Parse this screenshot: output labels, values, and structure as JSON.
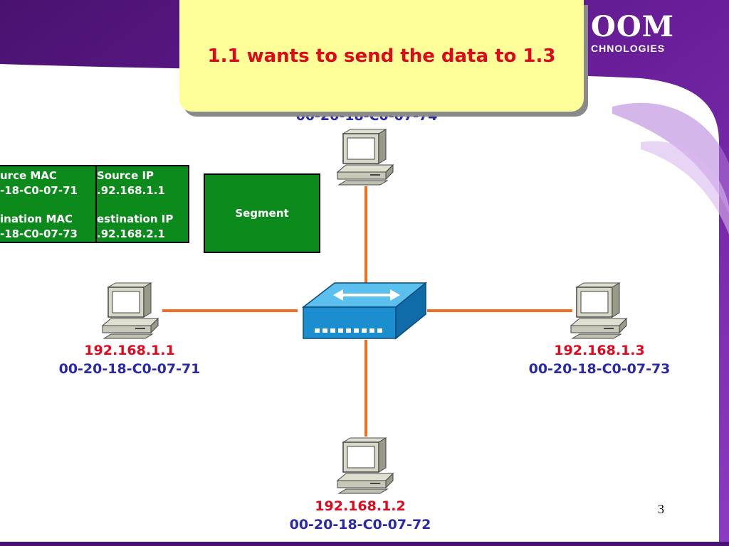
{
  "callout": {
    "text": "1.1 wants to send the data to 1.3"
  },
  "logo": {
    "main": "OOM",
    "sub": "CHNOLOGIES"
  },
  "hosts": {
    "top": {
      "mac": "00-20-18-C0-07-74"
    },
    "left": {
      "ip": "192.168.1.1",
      "mac": "00-20-18-C0-07-71"
    },
    "right": {
      "ip": "192.168.1.3",
      "mac": "00-20-18-C0-07-73"
    },
    "bottom": {
      "ip": "192.168.1.2",
      "mac": "00-20-18-C0-07-72"
    }
  },
  "frame": {
    "mac_box": {
      "line1": "urce MAC",
      "line2": "-18-C0-07-71",
      "line3": "ination MAC",
      "line4": "-18-C0-07-73"
    },
    "ip_box": {
      "line1": "Source IP",
      "line2": ".92.168.1.1",
      "line3": "estination IP",
      "line4": ".92.168.2.1"
    },
    "segment": "Segment"
  },
  "page_number": "3",
  "colors": {
    "purple": "#6a1f9a",
    "link": "#f07020",
    "switch": "#1b9ad6",
    "frame_green": "#0c8a1c",
    "ip_red": "#e0081c",
    "mac_blue": "#2a2aa8",
    "callout_bg": "#ffff99"
  }
}
